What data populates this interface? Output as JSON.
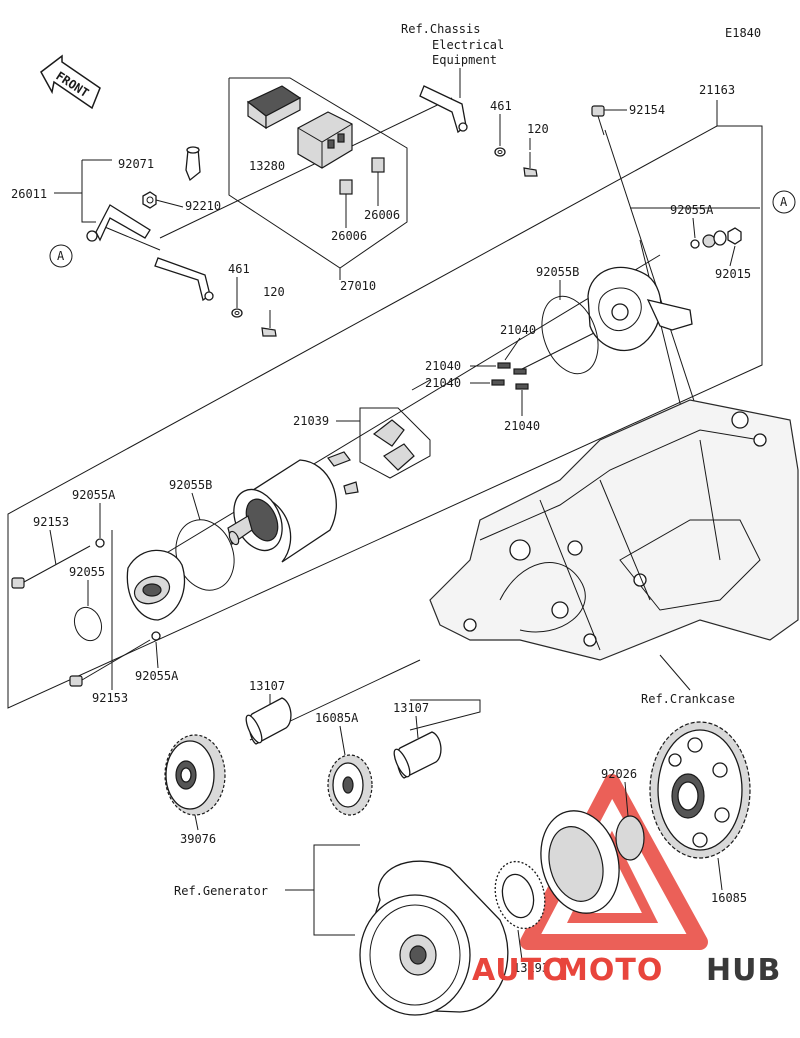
{
  "diagram_code": "E1840",
  "front_label": "FRONT",
  "refs": {
    "chassis": [
      "Ref.Chassis",
      "Electrical",
      "Equipment"
    ],
    "crankcase": "Ref.Crankcase",
    "generator": "Ref.Generator"
  },
  "callout": "A",
  "parts": {
    "p92071": "92071",
    "p26011": "26011",
    "p92210": "92210",
    "p13280": "13280",
    "p26006a": "26006",
    "p26006b": "26006",
    "p27010": "27010",
    "p461a": "461",
    "p120a": "120",
    "p461b": "461",
    "p120b": "120",
    "p92154": "92154",
    "p21163": "21163",
    "p92055A_top": "92055A",
    "p92015": "92015",
    "p92055B_top": "92055B",
    "p21040_a": "21040",
    "p21040_b": "21040",
    "p21040_c": "21040",
    "p21040_d": "21040",
    "p21039": "21039",
    "p92055A_l1": "92055A",
    "p92055B_l": "92055B",
    "p92153_top": "92153",
    "p92055": "92055",
    "p92055A_l2": "92055A",
    "p92153_bot": "92153",
    "p13107_a": "13107",
    "p13107_b": "13107",
    "p16085A": "16085A",
    "p92026": "92026",
    "p39076": "39076",
    "p16085": "16085",
    "p13193": "13193"
  },
  "watermark": {
    "auto": "AUTO",
    "moto": "MOTO",
    "hub": "HUB"
  },
  "colors": {
    "watermark_red": "#e8453c",
    "watermark_gray": "#3a3a3a",
    "ink": "#1a1a1a"
  }
}
